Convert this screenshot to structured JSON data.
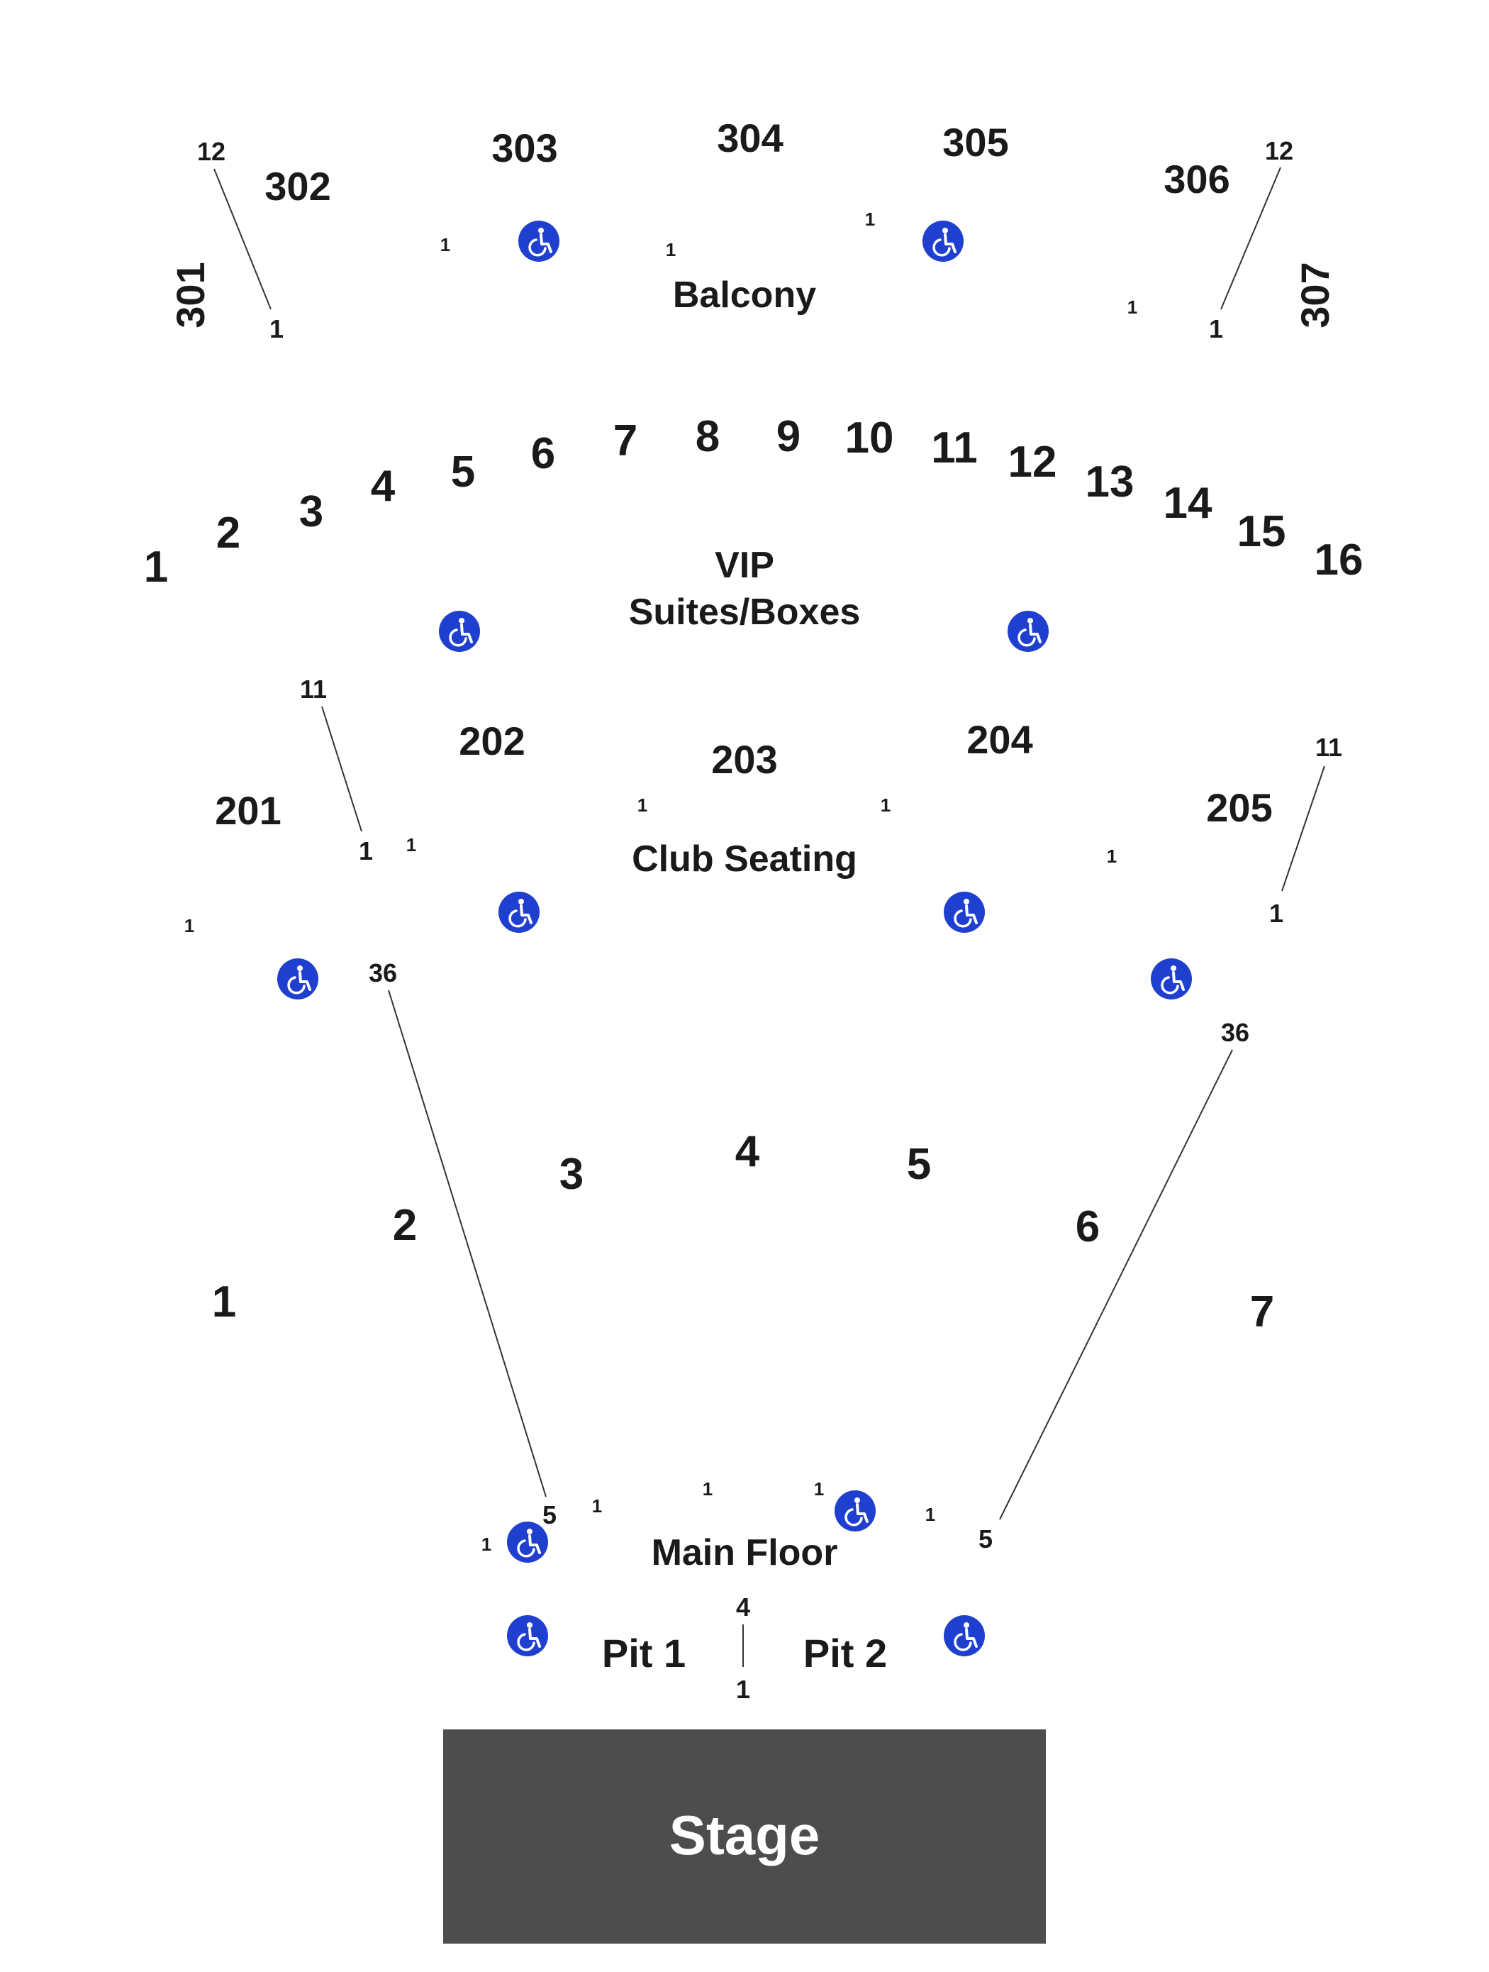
{
  "balcony": {
    "label": "Balcony",
    "sections": [
      "301",
      "302",
      "303",
      "304",
      "305",
      "306",
      "307"
    ],
    "row_markers": {
      "s301_top": "12",
      "s301_bottom": "1",
      "s303_row": "1",
      "s304_row": "1",
      "s305_row": "1",
      "s306_row": "1",
      "s307_top": "12",
      "s307_bottom": "1"
    }
  },
  "vip": {
    "label_line1": "VIP",
    "label_line2": "Suites/Boxes",
    "boxes": [
      "1",
      "2",
      "3",
      "4",
      "5",
      "6",
      "7",
      "8",
      "9",
      "10",
      "11",
      "12",
      "13",
      "14",
      "15",
      "16"
    ]
  },
  "club": {
    "label": "Club Seating",
    "sections": [
      "201",
      "202",
      "203",
      "204",
      "205"
    ],
    "row_markers": {
      "s201_top": "11",
      "s201_bottom": "1",
      "s201_outer": "1",
      "s202_row": "1",
      "s203_row": "1",
      "s204_row": "1",
      "s205_inner": "1",
      "s205_top": "11",
      "s205_bottom": "1"
    }
  },
  "main_floor": {
    "label": "Main Floor",
    "sections": [
      "1",
      "2",
      "3",
      "4",
      "5",
      "6",
      "7"
    ],
    "row_markers": {
      "left_top": "36",
      "left_bottom": "5",
      "left_outer": "1",
      "s3_front": "1",
      "s4_front": "1",
      "s5_front": "1",
      "s6_front": "1",
      "right_top": "36",
      "right_bottom": "5"
    }
  },
  "pit": {
    "sections": [
      "Pit 1",
      "Pit 2"
    ],
    "row_top": "4",
    "row_bottom": "1"
  },
  "stage": {
    "label": "Stage",
    "color": "#4d4d4d"
  },
  "accessibility_icon": "wheelchair-icon",
  "accessibility_color": "#1f3fcf"
}
